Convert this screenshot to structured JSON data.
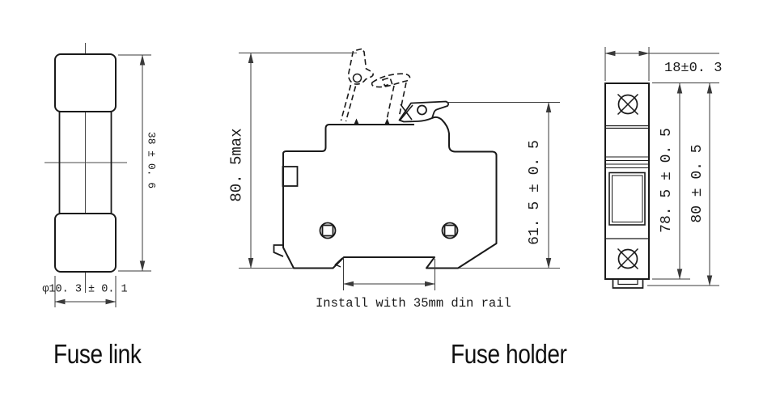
{
  "drawing": {
    "fuse_link": {
      "label": "Fuse link",
      "length_dim": "38 ± 0. 6",
      "diameter_dim": "φ10. 3 ± 0. 1"
    },
    "fuse_holder": {
      "label": "Fuse holder",
      "side": {
        "max_height_dim": "80. 5max",
        "body_height_dim": "61. 5 ± 0. 5",
        "din_rail_note": "Install with 35mm din rail"
      },
      "front": {
        "width_dim": "18±0. 3",
        "body_height_dim": "78. 5 ± 0. 5",
        "total_height_dim": "80 ± 0. 5"
      }
    },
    "colors": {
      "outline": "#1a1a1a",
      "dimension": "#3a3a3a",
      "background": "#ffffff"
    }
  }
}
